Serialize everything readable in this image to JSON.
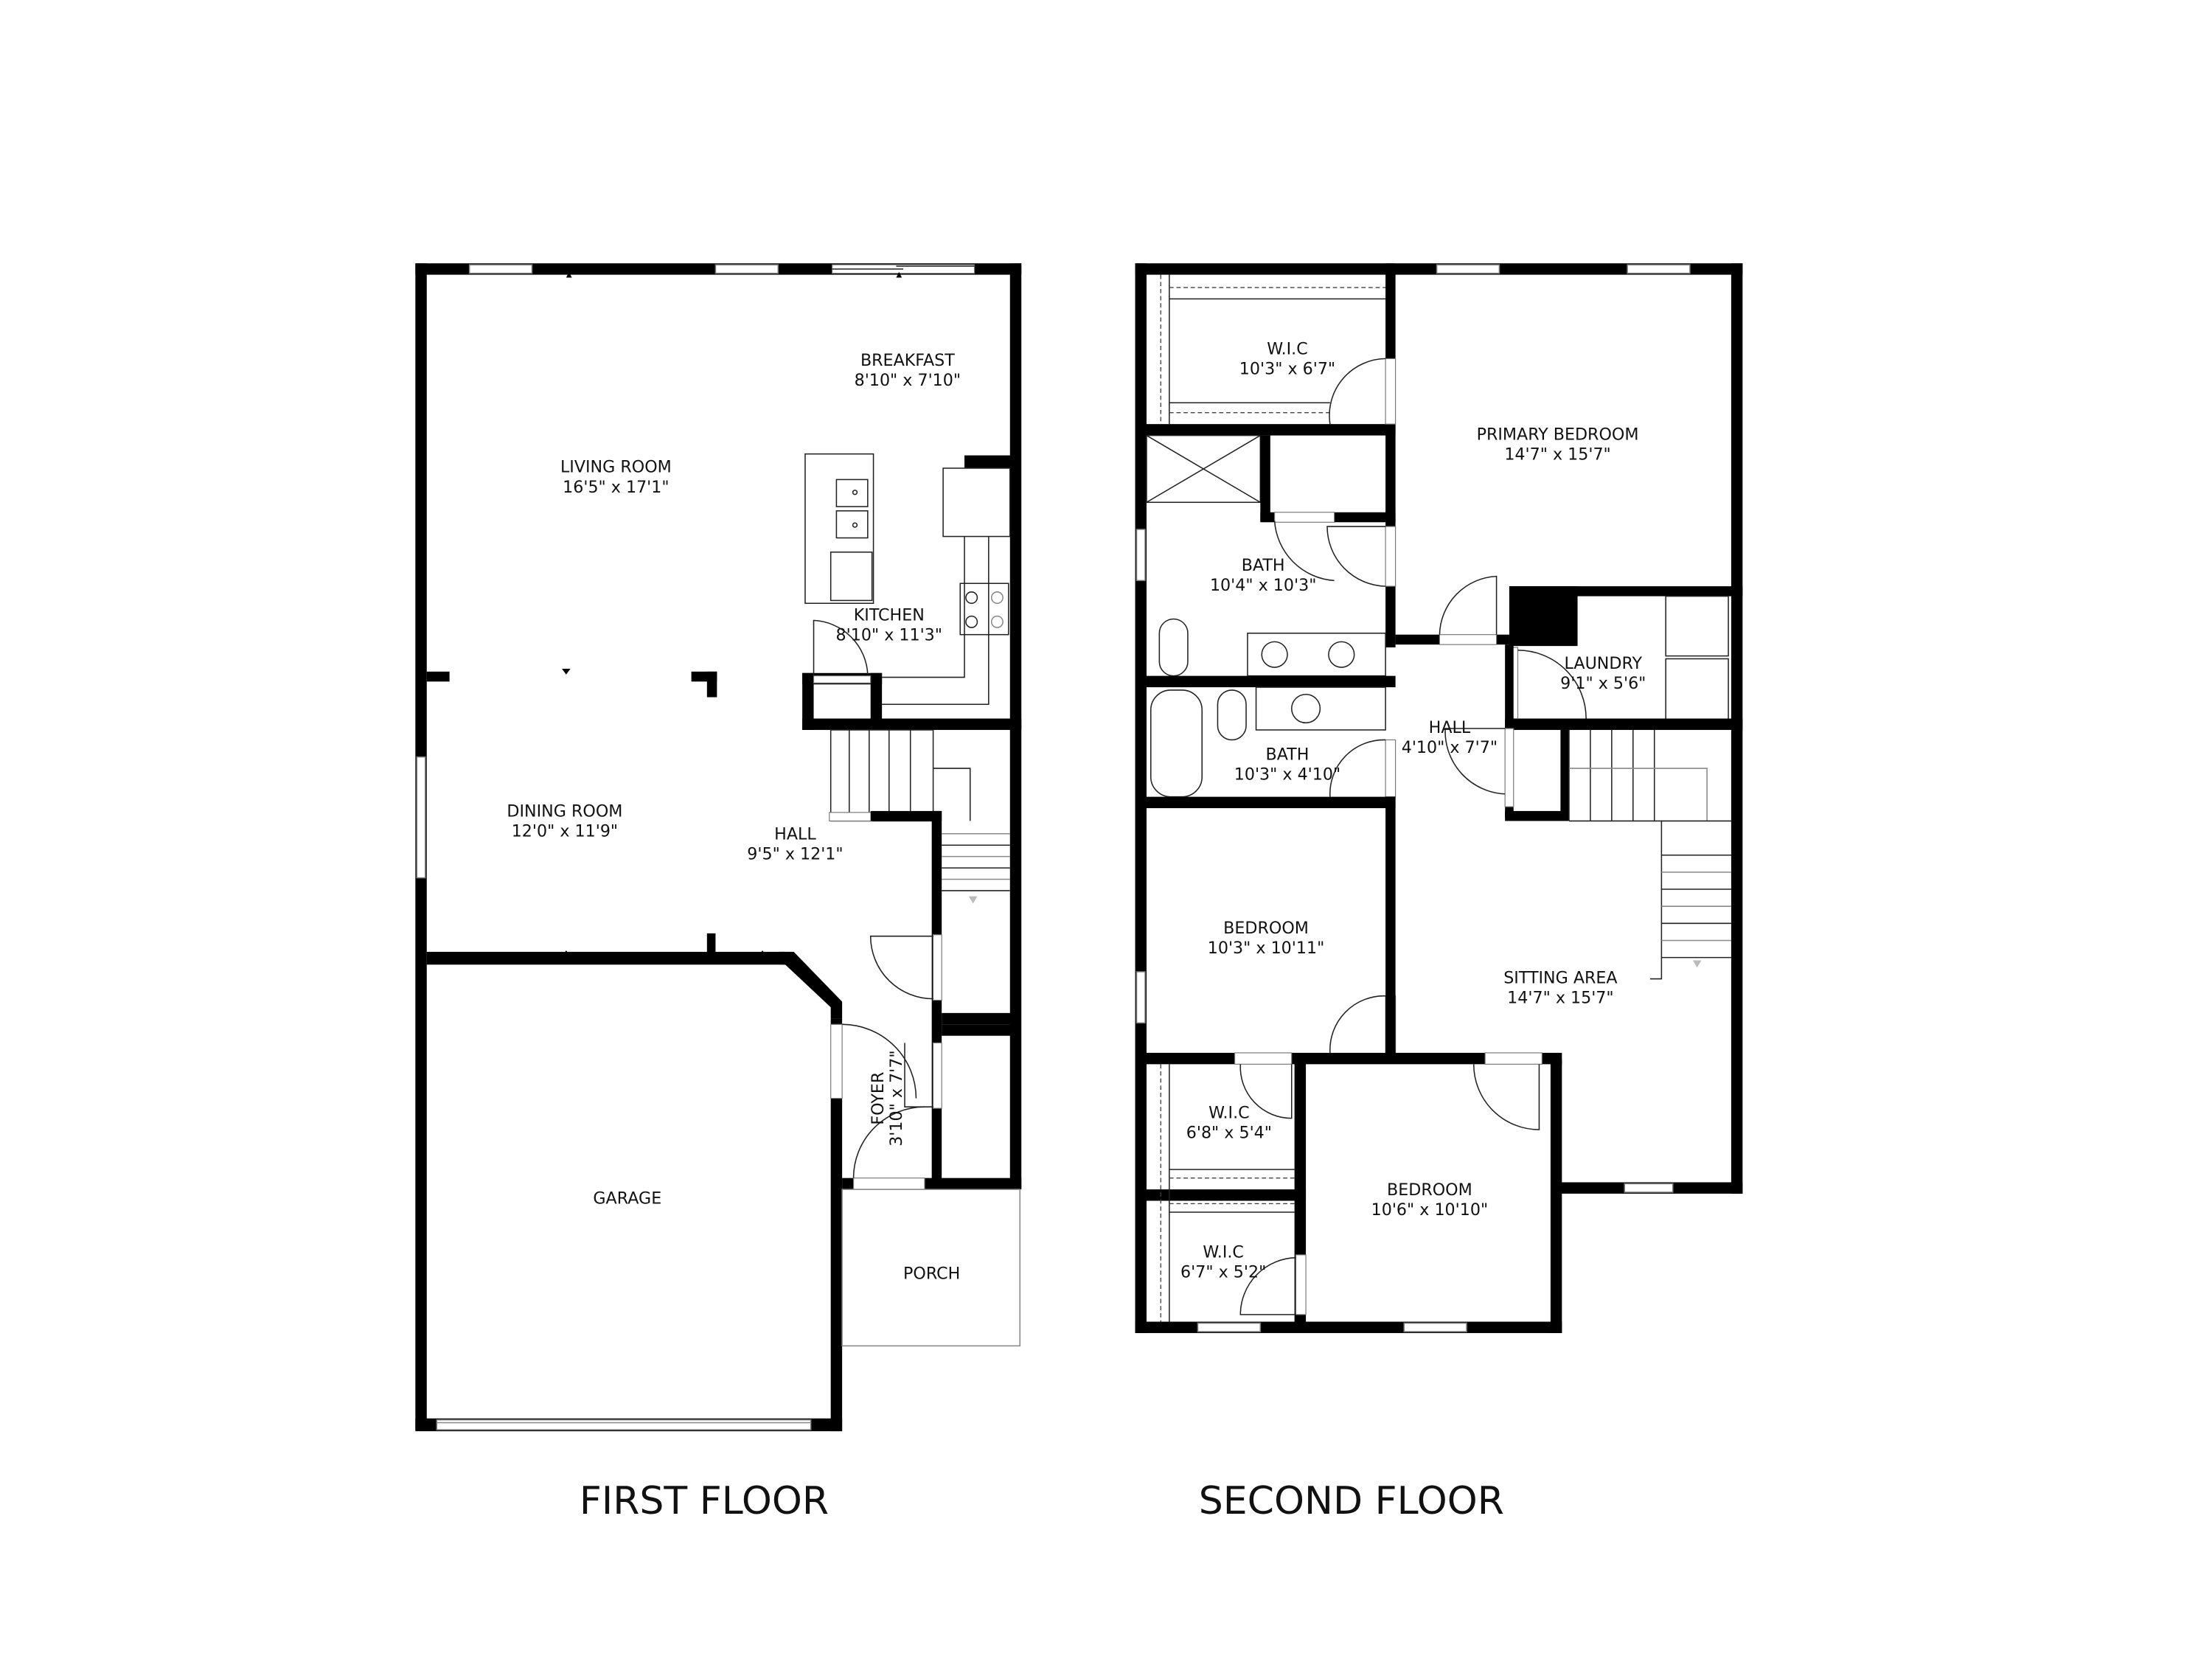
{
  "floors": [
    {
      "title": "FIRST FLOOR",
      "rooms": [
        {
          "name": "LIVING ROOM",
          "dims": "16'5\" x 17'1\""
        },
        {
          "name": "BREAKFAST",
          "dims": "8'10\" x 7'10\""
        },
        {
          "name": "KITCHEN",
          "dims": "8'10\" x 11'3\""
        },
        {
          "name": "DINING ROOM",
          "dims": "12'0\" x 11'9\""
        },
        {
          "name": "HALL",
          "dims": "9'5\" x 12'1\""
        },
        {
          "name": "FOYER",
          "dims": "3'10\" x 7'7\""
        },
        {
          "name": "GARAGE",
          "dims": ""
        },
        {
          "name": "PORCH",
          "dims": ""
        }
      ]
    },
    {
      "title": "SECOND FLOOR",
      "rooms": [
        {
          "name": "W.I.C",
          "dims": "10'3\" x 6'7\""
        },
        {
          "name": "PRIMARY BEDROOM",
          "dims": "14'7\" x 15'7\""
        },
        {
          "name": "BATH",
          "dims": "10'4\" x 10'3\""
        },
        {
          "name": "LAUNDRY",
          "dims": "9'1\" x 5'6\""
        },
        {
          "name": "BATH",
          "dims": "10'3\" x 4'10\""
        },
        {
          "name": "HALL",
          "dims": "4'10\" x 7'7\""
        },
        {
          "name": "BEDROOM",
          "dims": "10'3\" x 10'11\""
        },
        {
          "name": "SITTING AREA",
          "dims": "14'7\" x 15'7\""
        },
        {
          "name": "W.I.C",
          "dims": "6'8\" x 5'4\""
        },
        {
          "name": "BEDROOM",
          "dims": "10'6\" x 10'10\""
        },
        {
          "name": "W.I.C",
          "dims": "6'7\" x 5'2\""
        }
      ]
    }
  ],
  "colors": {
    "wall": "#000000",
    "background": "#ffffff",
    "fixture": "#222222"
  }
}
